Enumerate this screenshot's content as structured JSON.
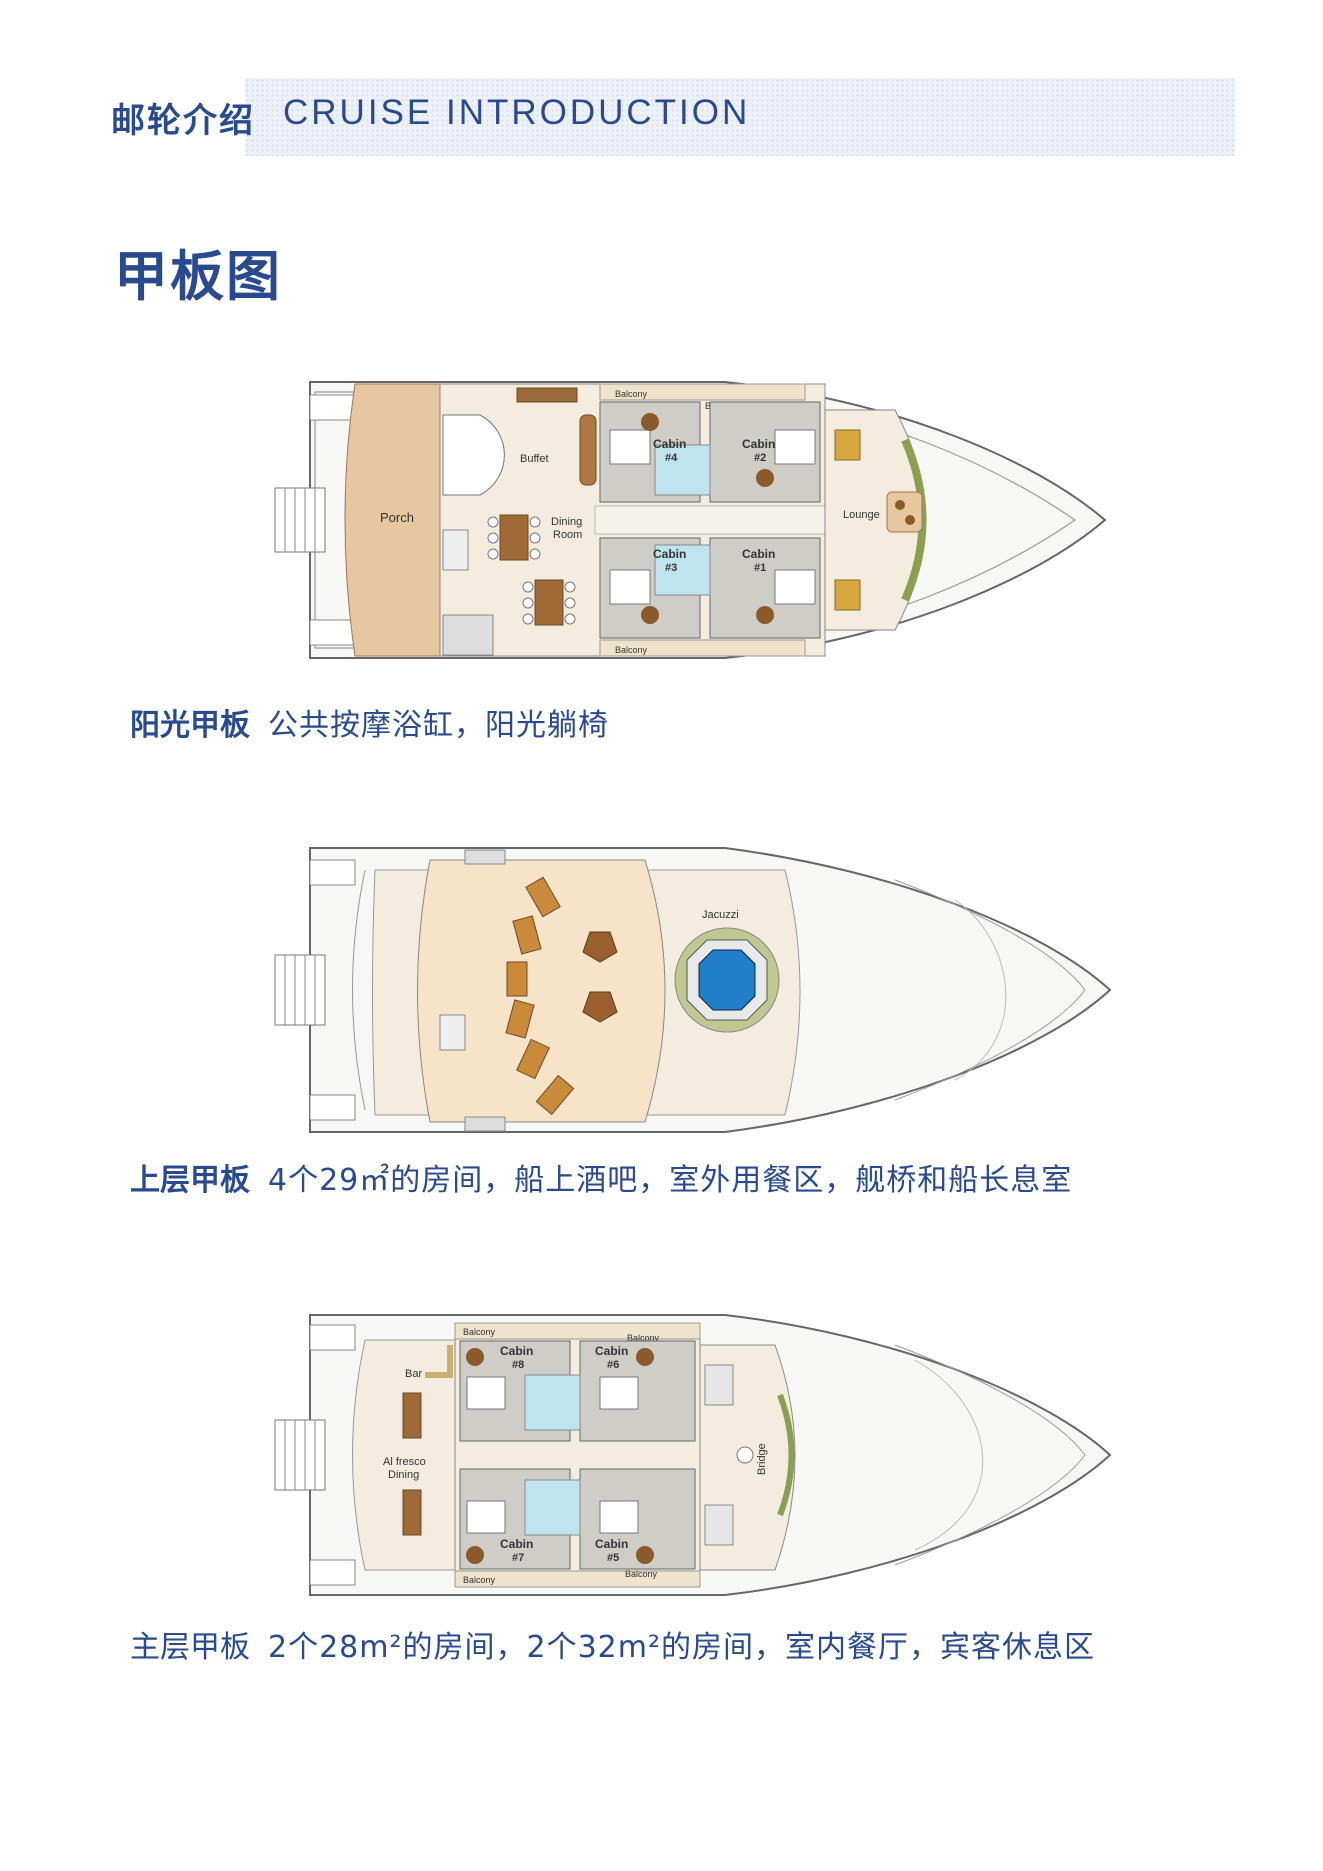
{
  "header": {
    "title_cn": "邮轮介绍",
    "title_en": "CRUISE INTRODUCTION"
  },
  "page_title": "甲板图",
  "decks": [
    {
      "label": "阳光甲板",
      "desc": "公共按摩浴缸，阳光躺椅",
      "plan_labels": {
        "porch": "Porch",
        "buffet": "Buffet",
        "dining": "Dining",
        "room": "Room",
        "lounge": "Lounge",
        "balcony": "Balcony",
        "cabin": "Cabin",
        "c4": "#4",
        "c2": "#2",
        "c3": "#3",
        "c1": "#1"
      }
    },
    {
      "label": "上层甲板",
      "desc": "4个29㎡的房间，船上酒吧，室外用餐区，舰桥和船长息室",
      "plan_labels": {
        "jacuzzi": "Jacuzzi"
      }
    },
    {
      "label": "主层甲板",
      "desc": "2个28m²的房间，2个32m²的房间，室内餐厅，宾客休息区",
      "plan_labels": {
        "bar": "Bar",
        "alfresco": "Al fresco",
        "dining": "Dining",
        "bridge": "Bridge",
        "balcony": "Balcony",
        "cabin": "Cabin",
        "c8": "#8",
        "c6": "#6",
        "c7": "#7",
        "c5": "#5"
      }
    }
  ],
  "colors": {
    "accent": "#2a4a8f",
    "deck_wood": "#e6c7a0",
    "deck_cream": "#f3ecdf",
    "cabin_gray": "#cfcdc8",
    "jacuzzi_blue": "#1f7fc9"
  }
}
